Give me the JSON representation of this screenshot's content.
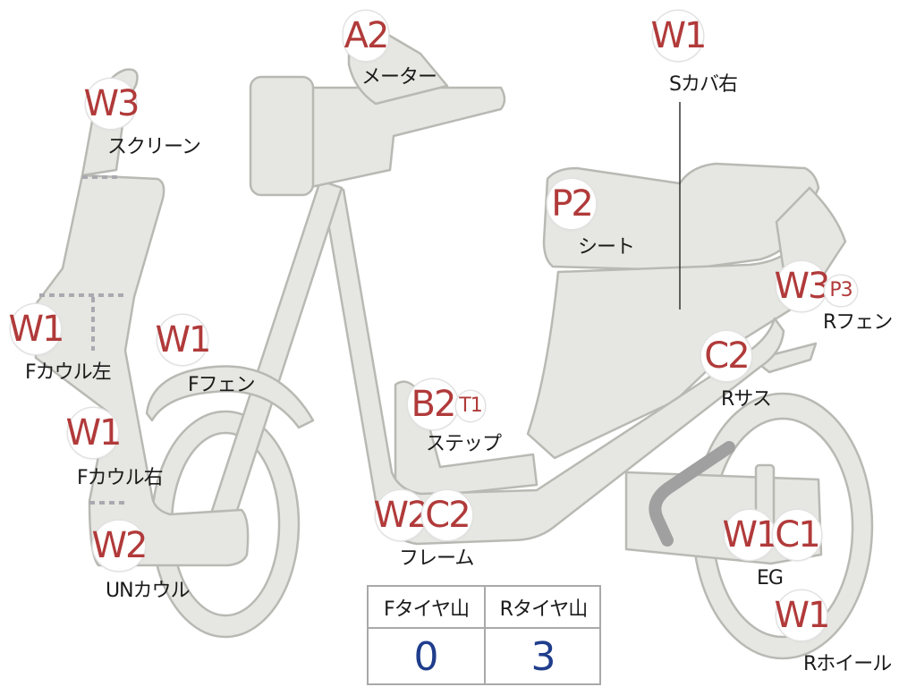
{
  "colors": {
    "part_fill": "#e6e6e2",
    "part_stroke": "#b9b9b4",
    "badge_text": "#b13a3a",
    "table_value": "#1f3d8c"
  },
  "badges": {
    "a2_meter": "A2",
    "w1_side_cover": "W1",
    "w3_screen": "W3",
    "p2_seat": "P2",
    "w3_rear_fender": "W3",
    "p3_rear_fender": "P3",
    "w1_cowl_left": "W1",
    "w1_front_fender": "W1",
    "c2_rear_sus": "C2",
    "w1_cowl_right": "W1",
    "b2_step": "B2",
    "t1_step": "T1",
    "w2_frame": "W2",
    "c2_frame": "C2",
    "w2_under_cowl": "W2",
    "w1_engine": "W1",
    "c1_engine": "C1",
    "w1_rear_wheel": "W1"
  },
  "parts": {
    "meter": "メーター",
    "side_cover_right": "Sカバ右",
    "screen": "スクリーン",
    "seat": "シート",
    "rear_fender": "Rフェン",
    "front_cowl_left": "Fカウル左",
    "front_fender": "Fフェン",
    "rear_suspension": "Rサス",
    "step": "ステップ",
    "front_cowl_right": "Fカウル右",
    "frame": "フレーム",
    "engine": "EG",
    "under_cowl": "UNカウル",
    "rear_wheel": "Rホイール"
  },
  "tire_table": {
    "front_header": "Fタイヤ山",
    "rear_header": "Rタイヤ山",
    "front_value": "0",
    "rear_value": "3"
  }
}
